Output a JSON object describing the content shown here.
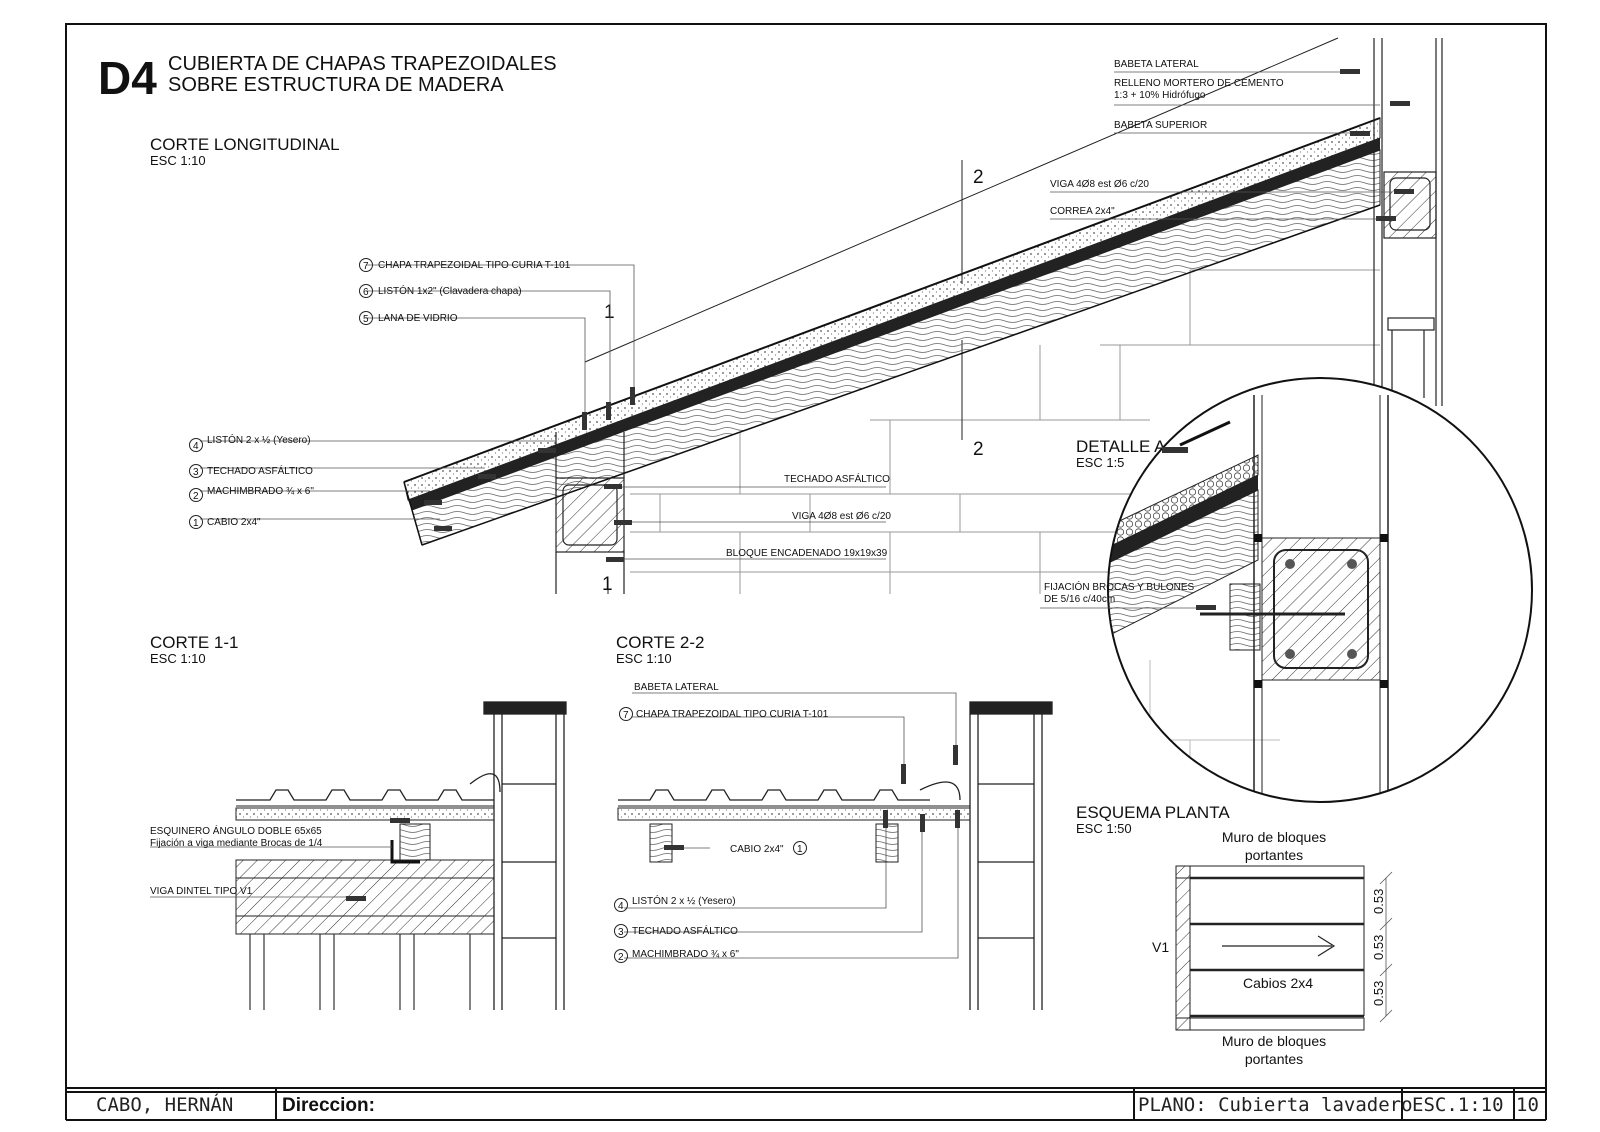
{
  "header": {
    "code": "D4",
    "title_line1": "CUBIERTA DE CHAPAS TRAPEZOIDALES",
    "title_line2": "SOBRE ESTRUCTURA DE MADERA"
  },
  "corte_longitudinal": {
    "title": "CORTE LONGITUDINAL",
    "scale": "ESC 1:10",
    "labels_left": [
      {
        "num": "7",
        "text": "CHAPA TRAPEZOIDAL TIPO CURIA T-101"
      },
      {
        "num": "6",
        "text": "LISTÓN 1x2\" (Clavadera chapa)"
      },
      {
        "num": "5",
        "text": "LANA DE VIDRIO"
      },
      {
        "num": "4",
        "text": "LISTÓN 2 x ½ (Yesero)"
      },
      {
        "num": "3",
        "text": "TECHADO ASFÁLTICO"
      },
      {
        "num": "2",
        "text": "MACHIMBRADO ¾ x 6\""
      },
      {
        "num": "1",
        "text": "CABIO 2x4\""
      }
    ],
    "labels_mid": [
      "TECHADO ASFÁLTICO",
      "VIGA 4Ø8 est Ø6 c/20",
      "BLOQUE ENCADENADO 19x19x39"
    ],
    "labels_right": [
      "BABETA LATERAL",
      "RELLENO MORTERO DE CEMENTO",
      "1:3 + 10% Hidrófugo",
      "BABETA SUPERIOR",
      "VIGA 4Ø8 est Ø6 c/20",
      "CORREA 2x4\""
    ],
    "cut_marks": [
      "1",
      "1",
      "2",
      "2"
    ]
  },
  "detalle_a": {
    "title": "DETALLE A",
    "scale": "ESC 1:5",
    "label_line1": "FIJACIÓN BROCAS Y BULONES",
    "label_line2": "DE 5/16 c/40cm"
  },
  "corte_1_1": {
    "title": "CORTE 1-1",
    "scale": "ESC 1:10",
    "label1_line1": "ESQUINERO ÁNGULO DOBLE 65x65",
    "label1_line2": "Fijación a viga mediante Brocas de 1/4",
    "label2": "VIGA DINTEL TIPO V1"
  },
  "corte_2_2": {
    "title": "CORTE 2-2",
    "scale": "ESC 1:10",
    "labels": [
      {
        "num": "",
        "text": "BABETA LATERAL"
      },
      {
        "num": "7",
        "text": "CHAPA TRAPEZOIDAL TIPO CURIA T-101"
      },
      {
        "num": "1",
        "text": "CABIO 2x4\""
      },
      {
        "num": "4",
        "text": "LISTÓN 2 x ½ (Yesero)"
      },
      {
        "num": "3",
        "text": "TECHADO ASFÁLTICO"
      },
      {
        "num": "2",
        "text": "MACHIMBRADO ¾ x 6\""
      }
    ]
  },
  "esquema_planta": {
    "title": "ESQUEMA PLANTA",
    "scale": "ESC 1:50",
    "top_label_1": "Muro de bloques",
    "top_label_2": "portantes",
    "bottom_label_1": "Muro de bloques",
    "bottom_label_2": "portantes",
    "beam_label": "V1",
    "center_label": "Cabios 2x4",
    "dims": [
      "0.53",
      "0.53",
      "0.53"
    ]
  },
  "title_block": {
    "author": "CABO, HERNÁN",
    "address_label": "Direccion:",
    "plan": "PLANO: Cubierta lavadero",
    "scale": "ESC.1:10",
    "sheet_number": "10"
  }
}
